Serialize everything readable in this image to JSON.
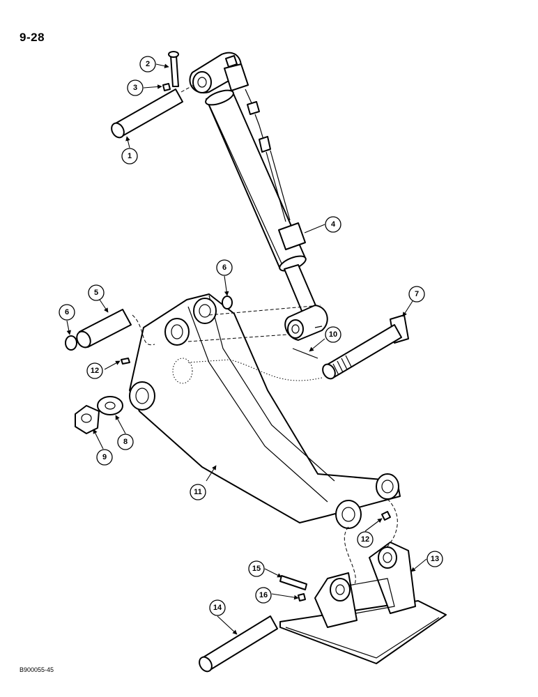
{
  "page": {
    "number": "9-28",
    "figure_code": "B900055-45"
  },
  "callouts": [
    "1",
    "2",
    "3",
    "4",
    "5",
    "6",
    "6",
    "7",
    "8",
    "9",
    "10",
    "11",
    "12",
    "12",
    "13",
    "14",
    "15",
    "16"
  ]
}
